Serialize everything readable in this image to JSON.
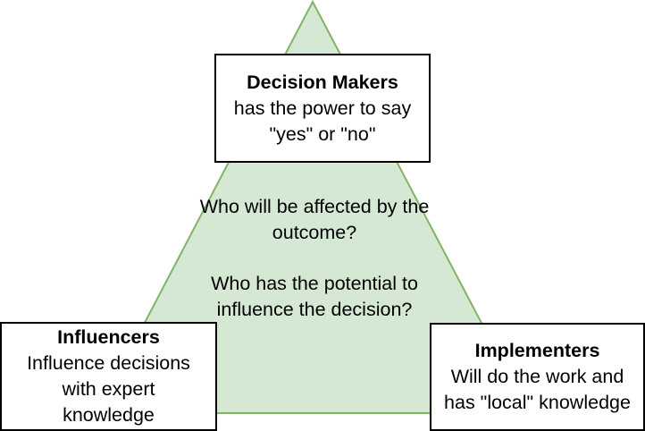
{
  "colors": {
    "triangle_fill": "#d5e8d4",
    "triangle_stroke": "#82b366",
    "box_border": "#000000",
    "box_fill": "#ffffff"
  },
  "decision_makers": {
    "title": "Decision Makers",
    "line1": "has the power to say",
    "line2": "\"yes\" or \"no\""
  },
  "influencers": {
    "title": "Influencers",
    "line1": "Influence decisions",
    "line2": "with expert",
    "line3": "knowledge"
  },
  "implementers": {
    "title": "Implementers",
    "line1": "Will do the work and",
    "line2": "has \"local\" knowledge"
  },
  "center": {
    "q1_line1": "Who will be affected by the",
    "q1_line2": "outcome?",
    "q2_line1": "Who has the potential to",
    "q2_line2": "influence the decision?"
  }
}
